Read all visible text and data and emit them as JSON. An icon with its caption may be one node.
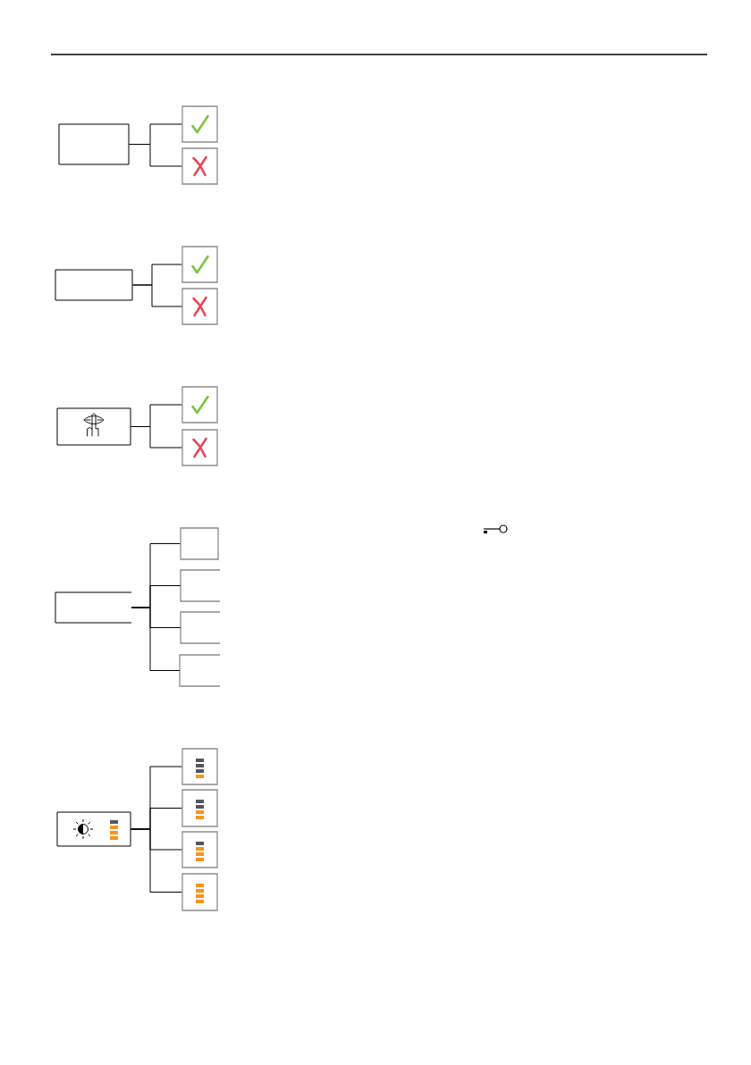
{
  "diagram": {
    "nodes": [
      {
        "text": [],
        "shape": "box"
      },
      {
        "text": [],
        "shape": "box"
      },
      {
        "text": [],
        "shape": "box"
      },
      {
        "text": [],
        "shape": "box"
      },
      {
        "text": [],
        "shape": "box"
      },
      {
        "text": [],
        "shape": "box"
      },
      {
        "text": [],
        "shape": "box"
      },
      {
        "text": [],
        "shape": "box"
      },
      {
        "text": [],
        "shape": "box"
      },
      {
        "text": [],
        "shape": "box"
      },
      {
        "text": [],
        "shape": "box"
      },
      {
        "text": [],
        "shape": "box"
      },
      {
        "text": [],
        "shape": "box"
      },
      {
        "text": [],
        "shape": "box"
      },
      {
        "text": [],
        "shape": "box"
      },
      {
        "text": [],
        "shape": "box"
      },
      {
        "text": [],
        "shape": "box"
      },
      {
        "text": [],
        "shape": "box"
      },
      {
        "text": [],
        "shape": "box"
      }
    ],
    "edges": [
      {
        "from": 0,
        "to": 1,
        "arrow": "none"
      },
      {
        "from": 0,
        "to": 2,
        "arrow": "none"
      },
      {
        "from": 3,
        "to": 4,
        "arrow": "none"
      },
      {
        "from": 3,
        "to": 5,
        "arrow": "none"
      },
      {
        "from": 6,
        "to": 7,
        "arrow": "none"
      },
      {
        "from": 6,
        "to": 8,
        "arrow": "none"
      },
      {
        "from": 9,
        "to": 10,
        "arrow": "none"
      },
      {
        "from": 9,
        "to": 11,
        "arrow": "none"
      },
      {
        "from": 9,
        "to": 12,
        "arrow": "none"
      },
      {
        "from": 9,
        "to": 13,
        "arrow": "none"
      },
      {
        "from": 14,
        "to": 15,
        "arrow": "none"
      },
      {
        "from": 14,
        "to": 16,
        "arrow": "none"
      },
      {
        "from": 14,
        "to": 17,
        "arrow": "none"
      },
      {
        "from": 14,
        "to": 18,
        "arrow": "none"
      }
    ]
  }
}
